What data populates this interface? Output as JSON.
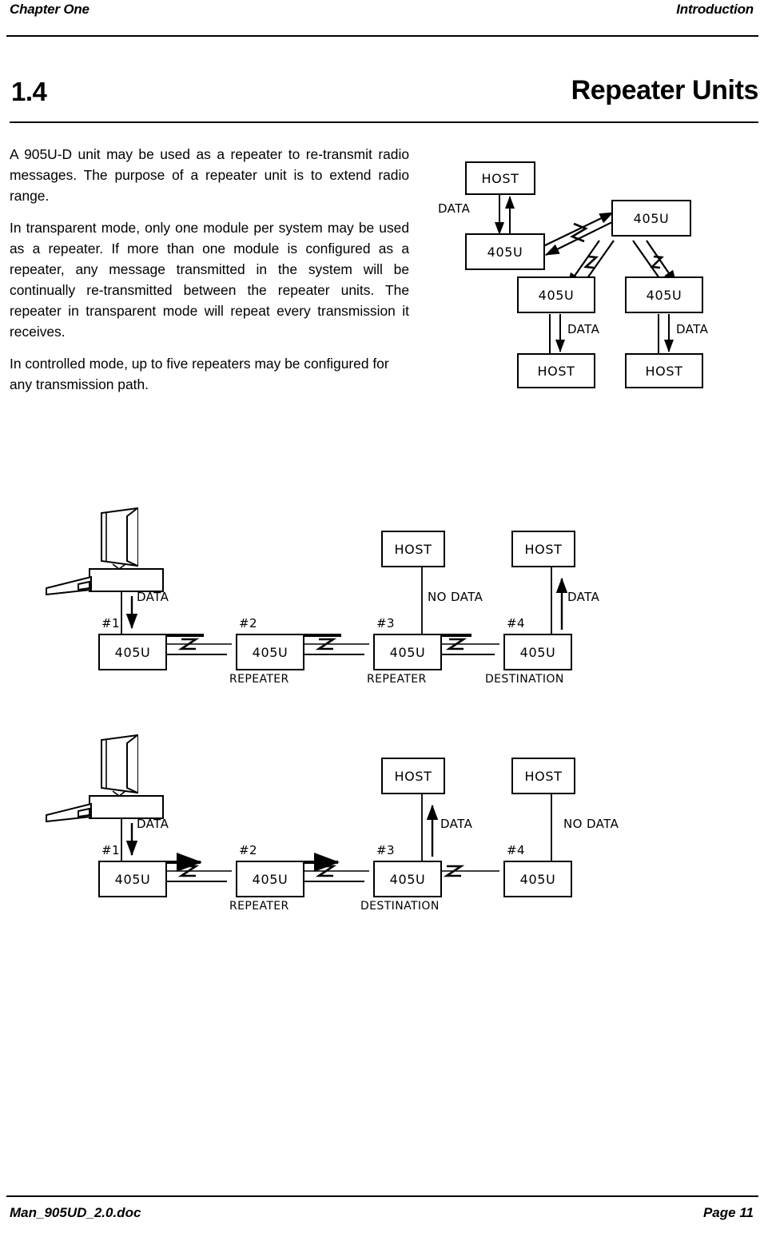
{
  "header": {
    "left": "Chapter One",
    "right": "Introduction"
  },
  "section": {
    "number": "1.4",
    "title": "Repeater Units"
  },
  "body": {
    "paragraphs": [
      "A 905U-D unit may be used as a repeater to re-transmit radio messages.  The purpose of a repeater unit is to extend radio range.",
      "In transparent mode,   only one module per system may be used as a repeater.  If more than one module is configured as a repeater, any message transmitted in the system will be continually re-transmitted between the repeater units.   The repeater in transparent mode will repeat every  transmission it receives.",
      "In controlled mode,  up to five repeaters may be configured for any transmission path."
    ]
  },
  "diagram_top": {
    "name": "transparent-mode-repeater-network",
    "nodes": {
      "host_master": "HOST",
      "unit_master": "405U",
      "unit_repeater": "405U",
      "unit_left": "405U",
      "unit_right": "405U",
      "host_left": "HOST",
      "host_right": "HOST"
    },
    "labels": {
      "data_master": "DATA",
      "data_left": "DATA",
      "data_right": "DATA"
    }
  },
  "diagram_mid": {
    "name": "controlled-mode-path-destination-4",
    "nodes": [
      {
        "id": "#1",
        "box": "405U",
        "role": "",
        "host": null,
        "host_link": null
      },
      {
        "id": "#2",
        "box": "405U",
        "role": "REPEATER",
        "host": null,
        "host_link": null
      },
      {
        "id": "#3",
        "box": "405U",
        "role": "REPEATER",
        "host": "HOST",
        "host_link": "NO DATA"
      },
      {
        "id": "#4",
        "box": "405U",
        "role": "DESTINATION",
        "host": "HOST",
        "host_link": "DATA"
      }
    ],
    "computer_data_label": "DATA",
    "links": [
      {
        "from": "#1",
        "to": "#2",
        "bidirectional": true
      },
      {
        "from": "#2",
        "to": "#3",
        "bidirectional": true
      },
      {
        "from": "#3",
        "to": "#4",
        "bidirectional": true
      }
    ]
  },
  "diagram_bottom": {
    "name": "controlled-mode-path-destination-3",
    "nodes": [
      {
        "id": "#1",
        "box": "405U",
        "role": "",
        "host": null,
        "host_link": null
      },
      {
        "id": "#2",
        "box": "405U",
        "role": "REPEATER",
        "host": null,
        "host_link": null
      },
      {
        "id": "#3",
        "box": "405U",
        "role": "DESTINATION",
        "host": "HOST",
        "host_link": "DATA"
      },
      {
        "id": "#4",
        "box": "405U",
        "role": "",
        "host": "HOST",
        "host_link": "NO DATA"
      }
    ],
    "computer_data_label": "DATA",
    "links": [
      {
        "from": "#1",
        "to": "#2",
        "bidirectional": true
      },
      {
        "from": "#2",
        "to": "#3",
        "bidirectional": true
      },
      {
        "from": "#3",
        "to": "#4",
        "bidirectional": false
      }
    ]
  },
  "footer": {
    "left": "Man_905UD_2.0.doc",
    "page_label": "Page",
    "page_number": "11"
  }
}
